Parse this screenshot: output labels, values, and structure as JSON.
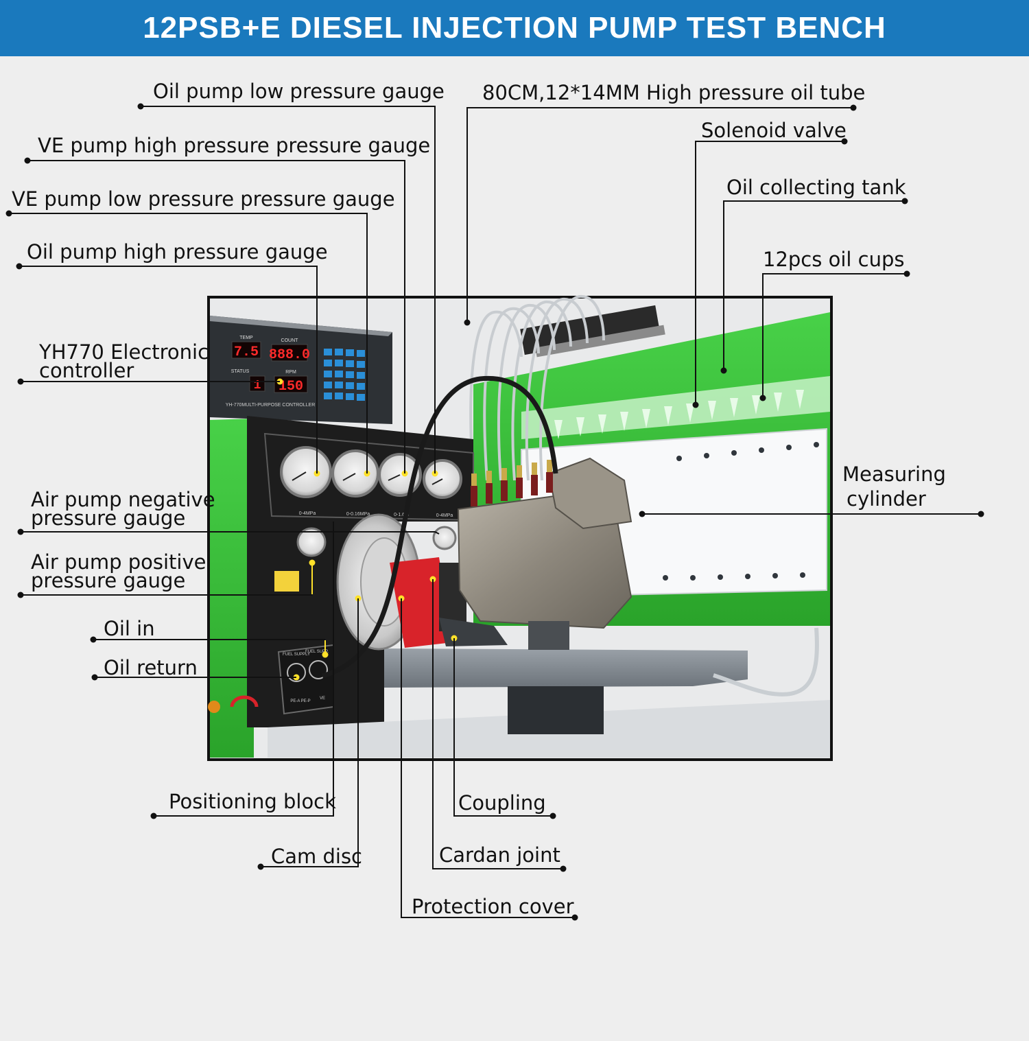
{
  "title": "12PSB+E DIESEL INJECTION PUMP TEST BENCH",
  "colors": {
    "title_bar": "#1a79bd",
    "bench_green": "#3cc43c",
    "panel_black": "#1d1d1d",
    "lcd_red": "#ff2a2a",
    "marker_yellow": "#ffe12a",
    "coupling_red": "#d8232a"
  },
  "controller": {
    "temp_label": "TEMP",
    "temp_value": "7.5",
    "count_label": "COUNT",
    "count_value": "888.0",
    "status_label": "STATUS",
    "status_value": "1",
    "rpm_label": "RPM",
    "rpm_value": "150",
    "model_text": "YH-770MULTI-PURPOSE CONTROLLER"
  },
  "gauges": [
    {
      "scale": "0-4MPa"
    },
    {
      "scale": "0-0.16MPa"
    },
    {
      "scale": "0-1.6M"
    },
    {
      "scale": "0-4MPa"
    }
  ],
  "fuel_panel": {
    "supply_label": "FUEL SUPPLY",
    "return_label": "FUEL SUPP.",
    "left_mark": "PE-A PE-P",
    "right_mark": "VE"
  },
  "labels": {
    "oil_pump_low": "Oil pump low pressure gauge",
    "ve_high": "VE pump high pressure pressure gauge",
    "ve_low": "VE pump low pressure pressure gauge",
    "oil_pump_high": "Oil pump high pressure gauge",
    "controller_line1": "YH770 Electronic",
    "controller_line2": "controller",
    "air_neg_line1": "Air pump negative",
    "air_neg_line2": "pressure gauge",
    "air_pos_line1": "Air pump positive",
    "air_pos_line2": "pressure gauge",
    "oil_in": "Oil in",
    "oil_return": "Oil return",
    "hp_tube": "80CM,12*14MM High pressure oil tube",
    "solenoid": "Solenoid valve",
    "tank": "Oil collecting tank",
    "cups": "12pcs oil cups",
    "cyl_line1": "Measuring",
    "cyl_line2": "cylinder",
    "positioning": "Positioning block",
    "cam": "Cam disc",
    "coupling": "Coupling",
    "cardan": "Cardan joint",
    "cover": "Protection cover"
  }
}
